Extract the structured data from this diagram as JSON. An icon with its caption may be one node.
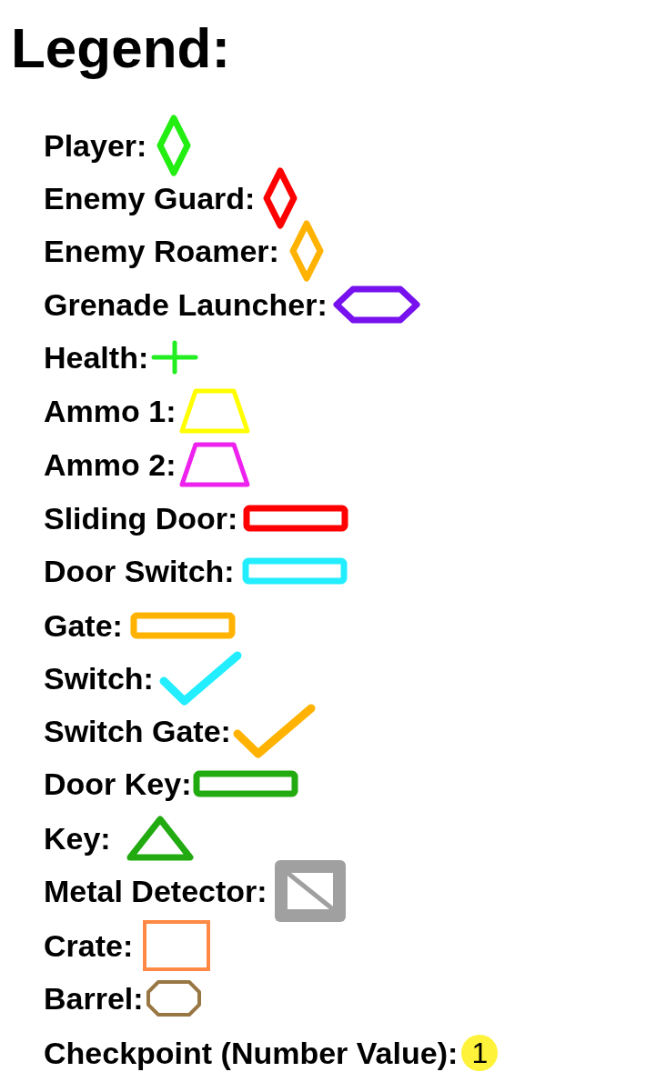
{
  "diagram": {
    "title": "Legend:",
    "legend": [
      {
        "text": "Player:"
      },
      {
        "text": "Enemy Guard:"
      },
      {
        "text": "Enemy Roamer:"
      },
      {
        "text": "Grenade Launcher:"
      },
      {
        "text": "Health:"
      },
      {
        "text": "Ammo 1:"
      },
      {
        "text": "Ammo 2:"
      },
      {
        "text": "Sliding Door:"
      },
      {
        "text": "Door Switch:"
      },
      {
        "text": "Gate:"
      },
      {
        "text": "Switch:"
      },
      {
        "text": "Switch Gate:"
      },
      {
        "text": "Door Key:"
      },
      {
        "text": "Key:"
      },
      {
        "text": "Metal Detector:"
      },
      {
        "text": "Crate:"
      },
      {
        "text": "Barrel:"
      },
      {
        "text": "Checkpoint (Number Value):"
      }
    ],
    "labels": [
      "1"
    ]
  }
}
